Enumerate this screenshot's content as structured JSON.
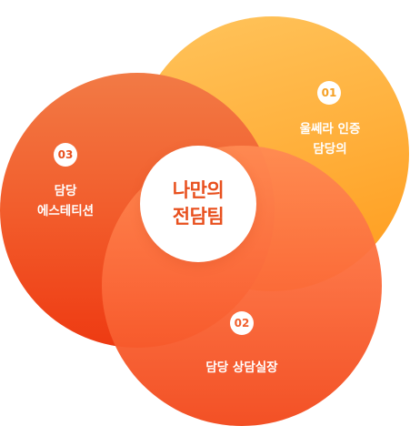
{
  "center": {
    "line1": "나만의",
    "line2": "전담팀"
  },
  "items": [
    {
      "number": "01",
      "line1": "울쎄라 인증",
      "line2": "담당의"
    },
    {
      "number": "02",
      "line1": "담당 상담실장"
    },
    {
      "number": "03",
      "line1": "담당",
      "line2": "에스테티션"
    }
  ],
  "colors": {
    "yellow_circle": "#ffb23f",
    "left_circle": "#f25d2c",
    "bottom_circle": "#fb6a3a",
    "center_text": "#e8501e",
    "badge_01_text": "#f5a023",
    "badge_02_text": "#f0602e",
    "badge_03_text": "#e8501e"
  }
}
